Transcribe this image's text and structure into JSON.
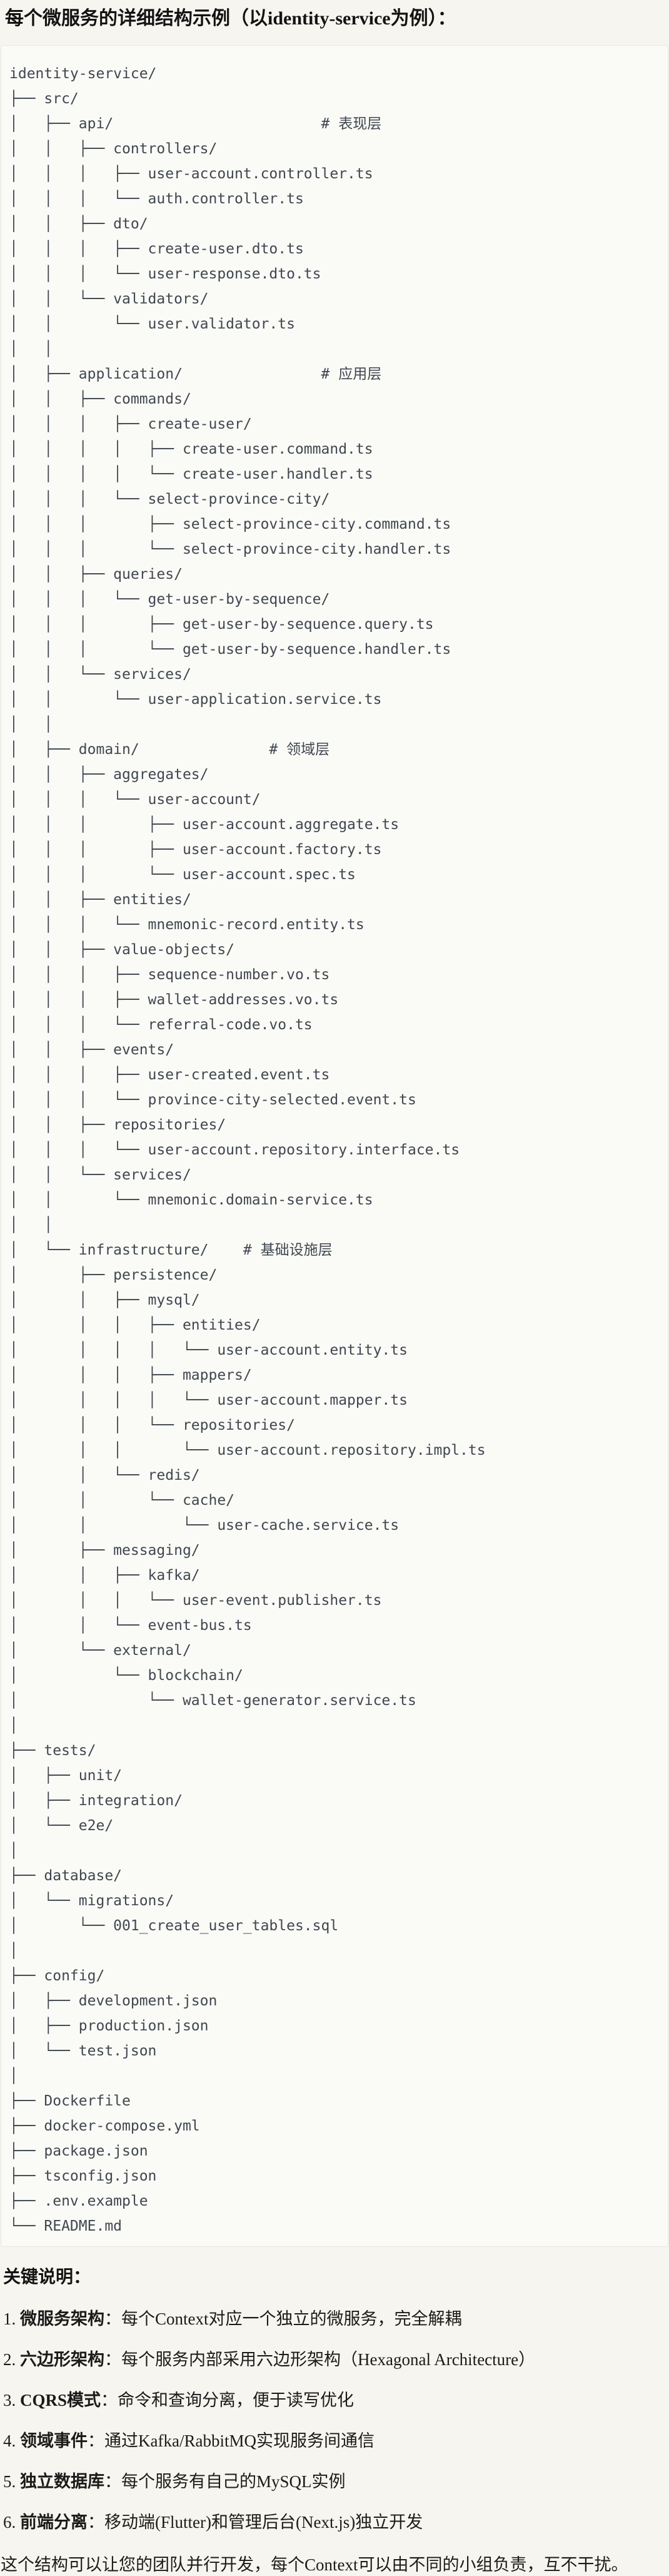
{
  "title": "每个微服务的详细结构示例（以identity-service为例）：",
  "tree": {
    "lines": [
      "identity-service/",
      "├── src/",
      "│   ├── api/                        # 表现层",
      "│   │   ├── controllers/",
      "│   │   │   ├── user-account.controller.ts",
      "│   │   │   └── auth.controller.ts",
      "│   │   ├── dto/",
      "│   │   │   ├── create-user.dto.ts",
      "│   │   │   └── user-response.dto.ts",
      "│   │   └── validators/",
      "│   │       └── user.validator.ts",
      "│   │",
      "│   ├── application/                # 应用层",
      "│   │   ├── commands/",
      "│   │   │   ├── create-user/",
      "│   │   │   │   ├── create-user.command.ts",
      "│   │   │   │   └── create-user.handler.ts",
      "│   │   │   └── select-province-city/",
      "│   │   │       ├── select-province-city.command.ts",
      "│   │   │       └── select-province-city.handler.ts",
      "│   │   ├── queries/",
      "│   │   │   └── get-user-by-sequence/",
      "│   │   │       ├── get-user-by-sequence.query.ts",
      "│   │   │       └── get-user-by-sequence.handler.ts",
      "│   │   └── services/",
      "│   │       └── user-application.service.ts",
      "│   │",
      "│   ├── domain/               # 领域层",
      "│   │   ├── aggregates/",
      "│   │   │   └── user-account/",
      "│   │   │       ├── user-account.aggregate.ts",
      "│   │   │       ├── user-account.factory.ts",
      "│   │   │       └── user-account.spec.ts",
      "│   │   ├── entities/",
      "│   │   │   └── mnemonic-record.entity.ts",
      "│   │   ├── value-objects/",
      "│   │   │   ├── sequence-number.vo.ts",
      "│   │   │   ├── wallet-addresses.vo.ts",
      "│   │   │   └── referral-code.vo.ts",
      "│   │   ├── events/",
      "│   │   │   ├── user-created.event.ts",
      "│   │   │   └── province-city-selected.event.ts",
      "│   │   ├── repositories/",
      "│   │   │   └── user-account.repository.interface.ts",
      "│   │   └── services/",
      "│   │       └── mnemonic.domain-service.ts",
      "│   │",
      "│   └── infrastructure/    # 基础设施层",
      "│       ├── persistence/",
      "│       │   ├── mysql/",
      "│       │   │   ├── entities/",
      "│       │   │   │   └── user-account.entity.ts",
      "│       │   │   ├── mappers/",
      "│       │   │   │   └── user-account.mapper.ts",
      "│       │   │   └── repositories/",
      "│       │   │       └── user-account.repository.impl.ts",
      "│       │   └── redis/",
      "│       │       └── cache/",
      "│       │           └── user-cache.service.ts",
      "│       ├── messaging/",
      "│       │   ├── kafka/",
      "│       │   │   └── user-event.publisher.ts",
      "│       │   └── event-bus.ts",
      "│       └── external/",
      "│           └── blockchain/",
      "│               └── wallet-generator.service.ts",
      "│",
      "├── tests/",
      "│   ├── unit/",
      "│   ├── integration/",
      "│   └── e2e/",
      "│",
      "├── database/",
      "│   └── migrations/",
      "│       └── 001_create_user_tables.sql",
      "│",
      "├── config/",
      "│   ├── development.json",
      "│   ├── production.json",
      "│   └── test.json",
      "│",
      "├── Dockerfile",
      "├── docker-compose.yml",
      "├── package.json",
      "├── tsconfig.json",
      "├── .env.example",
      "└── README.md"
    ]
  },
  "notes": {
    "heading": "关键说明：",
    "items": [
      {
        "num": "1. ",
        "term": "微服务架构",
        "text": "：每个Context对应一个独立的微服务，完全解耦"
      },
      {
        "num": "2. ",
        "term": "六边形架构",
        "text": "：每个服务内部采用六边形架构（Hexagonal Architecture）"
      },
      {
        "num": "3. ",
        "term": "CQRS模式",
        "text": "：命令和查询分离，便于读写优化"
      },
      {
        "num": "4. ",
        "term": "领域事件",
        "text": "：通过Kafka/RabbitMQ实现服务间通信"
      },
      {
        "num": "5. ",
        "term": "独立数据库",
        "text": "：每个服务有自己的MySQL实例"
      },
      {
        "num": "6. ",
        "term": "前端分离",
        "text": "：移动端(Flutter)和管理后台(Next.js)独立开发"
      }
    ],
    "closing": "这个结构可以让您的团队并行开发，每个Context可以由不同的小组负责，互不干扰。"
  },
  "colors": {
    "page_background": "#f6f5f0",
    "code_box_background": "#fafaf7",
    "code_box_border": "#e8e6e1",
    "tree_text": "#40474f",
    "heading_text": "#141312"
  }
}
